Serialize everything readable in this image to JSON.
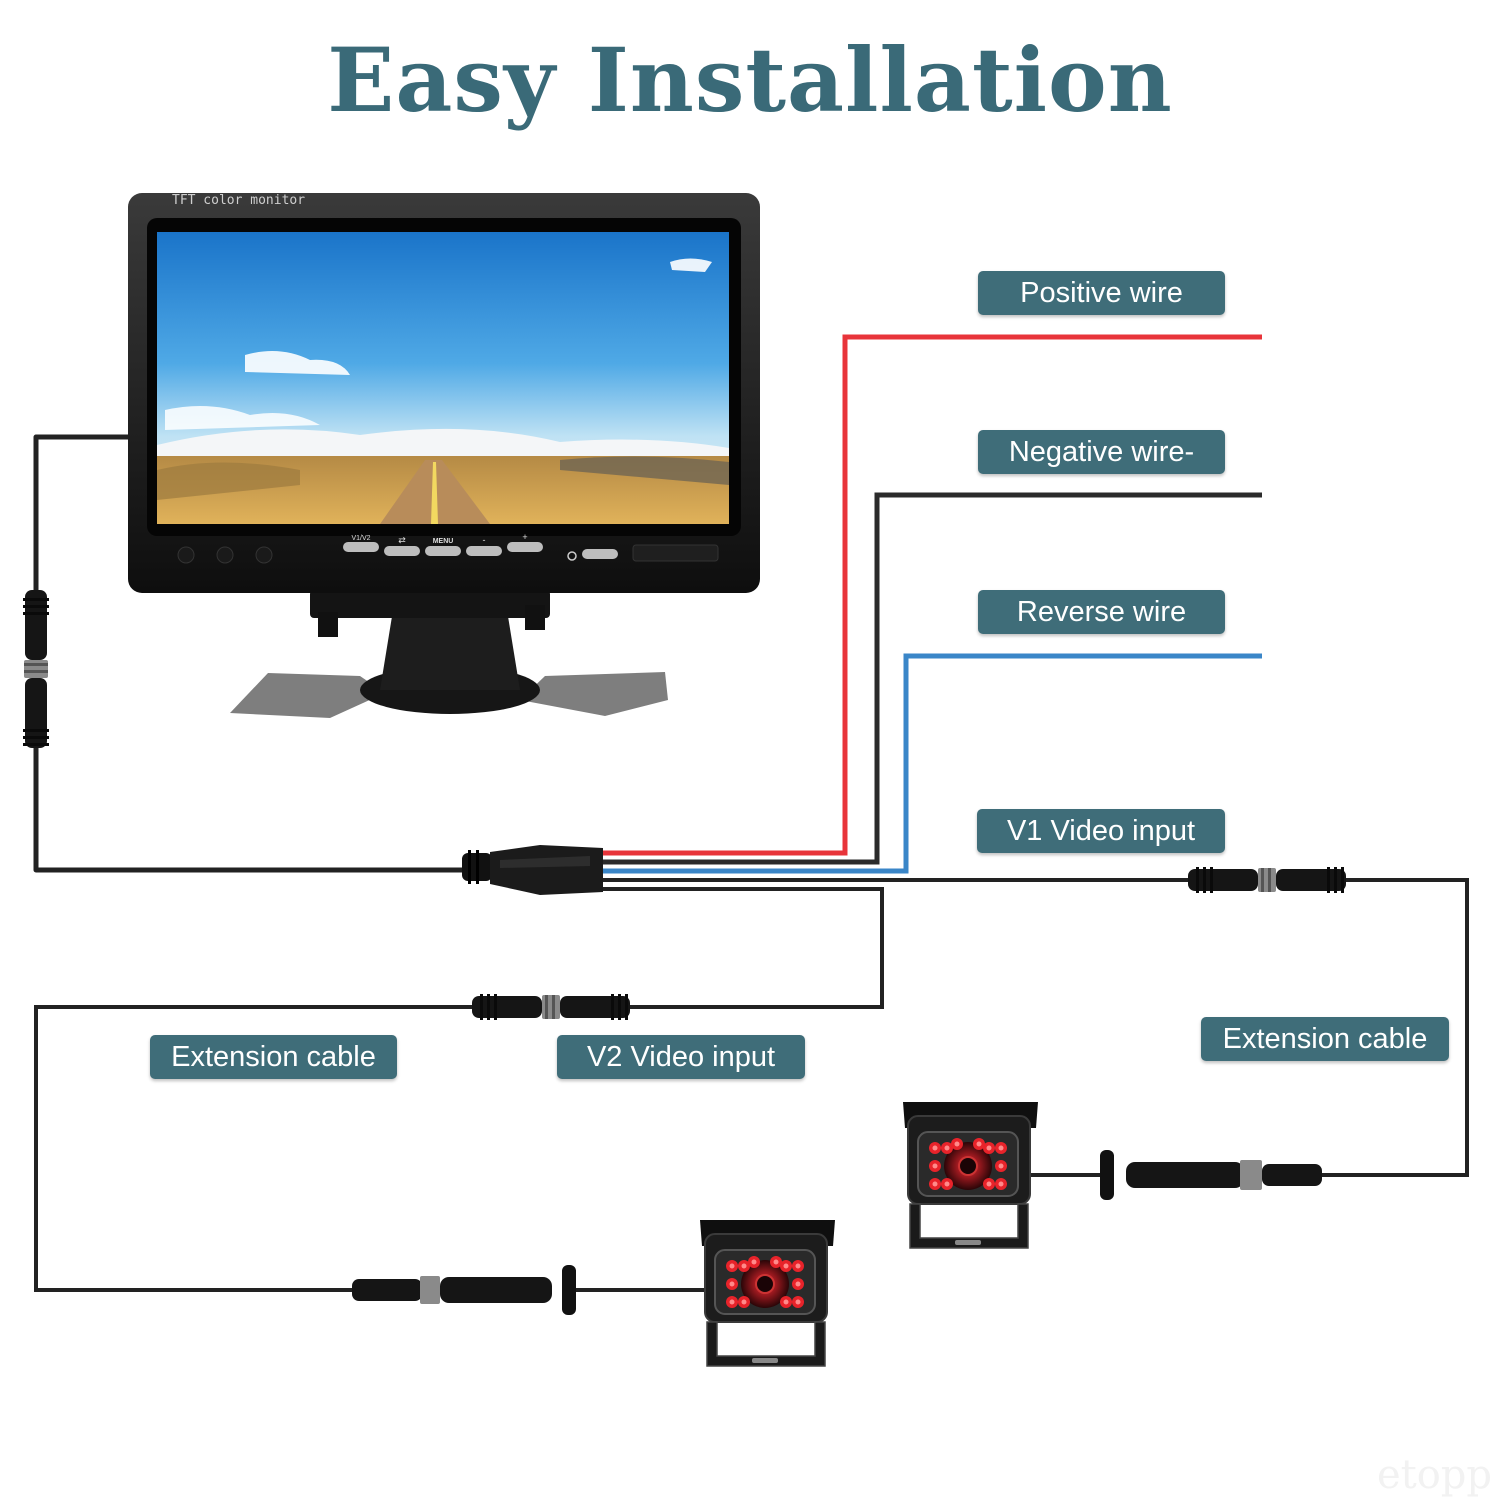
{
  "title": "Easy Installation",
  "monitor": {
    "label": "TFT color monitor",
    "buttons": [
      "V1/V2",
      "⇄",
      "MENU",
      "-",
      "+"
    ]
  },
  "labels": {
    "positive_wire": "Positive wire",
    "negative_wire": "Negative wire-",
    "reverse_wire": "Reverse wire",
    "v1_video_input": "V1 Video input",
    "extension_cable_left": "Extension cable",
    "v2_video_input": "V2 Video input",
    "extension_cable_right": "Extension cable"
  },
  "watermark": "etopp",
  "colors": {
    "title": "#3a6a78",
    "tag_bg": "#3f6d79",
    "positive": "#e8343a",
    "negative": "#2b2b2b",
    "reverse": "#3a86c8",
    "cable": "#222222",
    "ir_led": "#e8232a"
  },
  "icons": {
    "monitor": "tft-monitor-icon",
    "camera": "backup-camera-icon",
    "connector": "aviation-connector-icon"
  }
}
